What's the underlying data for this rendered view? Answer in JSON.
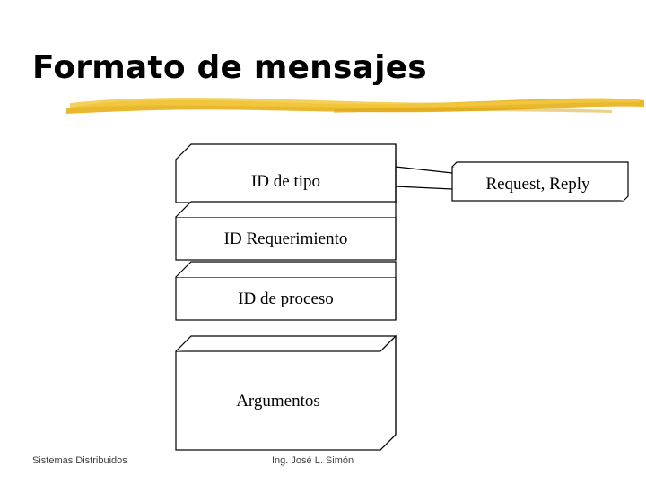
{
  "slide": {
    "title": "Formato de mensajes",
    "accent_color": "#E8B21C",
    "line_color": "#000000",
    "background": "#ffffff"
  },
  "diagram": {
    "type": "stacked-3d-boxes",
    "boxes": [
      {
        "label": "ID de tipo"
      },
      {
        "label": "ID Requerimiento"
      },
      {
        "label": "ID de proceso"
      },
      {
        "label": "Argumentos"
      }
    ],
    "callout": {
      "label": "Request, Reply",
      "connects_to": "ID de tipo"
    }
  },
  "footer": {
    "left": "Sistemas Distribuidos",
    "center": "Ing. José L. Simón"
  }
}
